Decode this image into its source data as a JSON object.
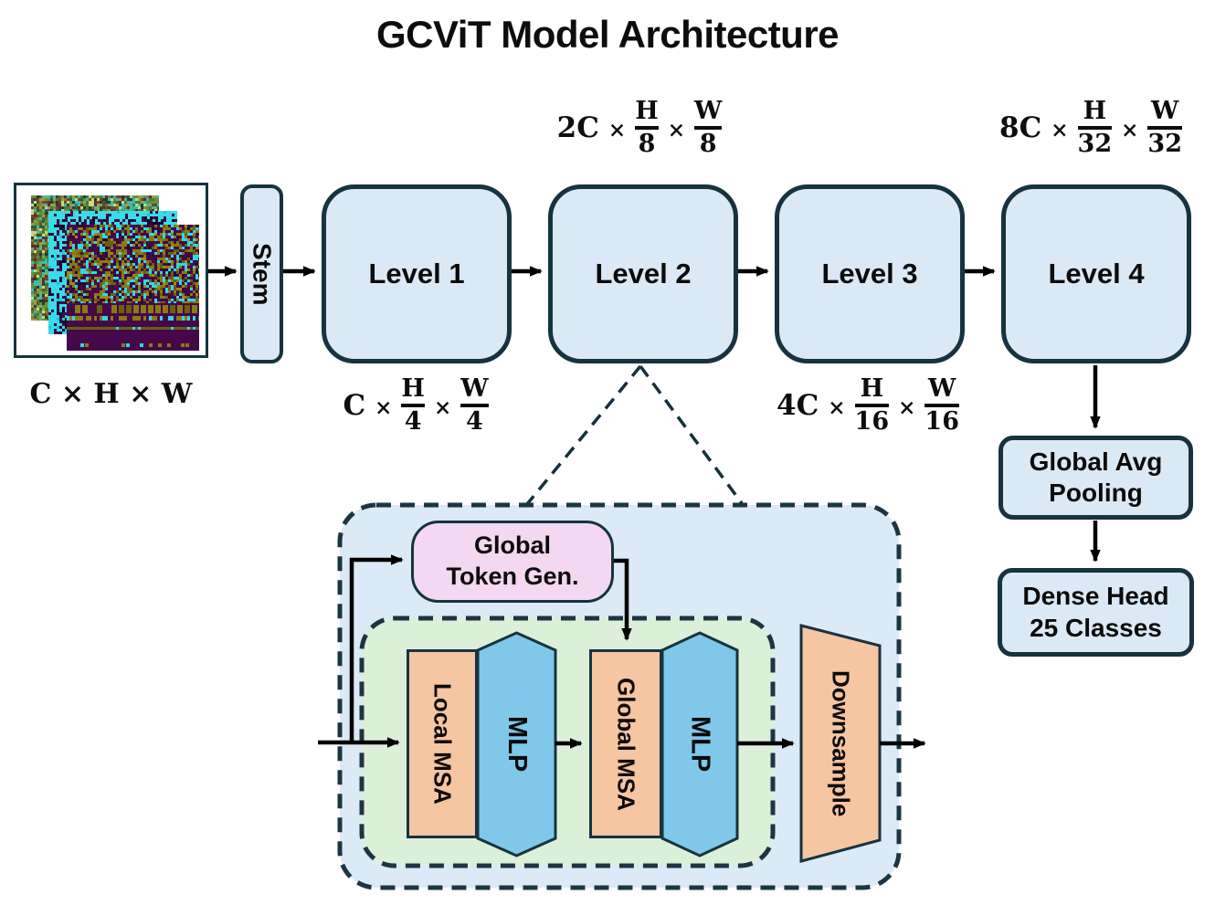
{
  "title": "GCViT Model Architecture",
  "symbols": {
    "times": "×"
  },
  "input": {
    "label": "C × H × W",
    "palettes": {
      "back": [
        [
          "#6b8f3a",
          0.18
        ],
        [
          "#4f7a2e",
          0.14
        ],
        [
          "#8aa54a",
          0.14
        ],
        [
          "#3bbcb4",
          0.12
        ],
        [
          "#7a4526",
          0.12
        ],
        [
          "#5a2d3a",
          0.1
        ],
        [
          "#c8d87a",
          0.1
        ],
        [
          "#2e5a4a",
          0.05
        ],
        [
          "#1f3d2a",
          0.15
        ]
      ],
      "mid": [
        [
          "#39dce8",
          0.4
        ],
        [
          "#26c2d6",
          0.1
        ],
        [
          "#3a1045",
          0.28
        ],
        [
          "#22083a",
          0.14
        ],
        [
          "#0e0420",
          0.08
        ]
      ],
      "front": [
        [
          "#45094a",
          0.34
        ],
        [
          "#2e0736",
          0.1
        ],
        [
          "#8a7a10",
          0.2
        ],
        [
          "#6b5e0e",
          0.12
        ],
        [
          "#a08a14",
          0.06
        ],
        [
          "#2fd8e8",
          0.18
        ]
      ]
    }
  },
  "stem": {
    "label": "Stem"
  },
  "levels": [
    {
      "label": "Level 1"
    },
    {
      "label": "Level 2"
    },
    {
      "label": "Level 3"
    },
    {
      "label": "Level 4"
    }
  ],
  "head": {
    "pool_line1": "Global Avg",
    "pool_line2": "Pooling",
    "dense_line1": "Dense Head",
    "dense_line2": "25 Classes"
  },
  "dims": [
    {
      "position": "above-level2",
      "coef": "2C",
      "num1": "H",
      "den1": "8",
      "num2": "W",
      "den2": "8"
    },
    {
      "position": "above-level4",
      "coef": "8C",
      "num1": "H",
      "den1": "32",
      "num2": "W",
      "den2": "32"
    },
    {
      "position": "below-level1",
      "coef": "C",
      "num1": "H",
      "den1": "4",
      "num2": "W",
      "den2": "4"
    },
    {
      "position": "below-level3",
      "coef": "4C",
      "num1": "H",
      "den1": "16",
      "num2": "W",
      "den2": "16"
    }
  ],
  "detail": {
    "global_token_line1": "Global",
    "global_token_line2": "Token Gen.",
    "local_msa": "Local MSA",
    "mlp1": "MLP",
    "global_msa": "Global MSA",
    "mlp2": "MLP",
    "downsample": "Downsample"
  },
  "colors": {
    "box_fill": "#dbe8f6",
    "box_border": "#16333f",
    "detail_container_fill": "#dce9f6",
    "inner_green_fill": "#dcefd8",
    "token_pink_fill": "#f4d7f0",
    "block_orange_fill": "#f6c5a1",
    "mlp_blue_fill": "#7fc8e9",
    "arrow_black": "#000000"
  }
}
